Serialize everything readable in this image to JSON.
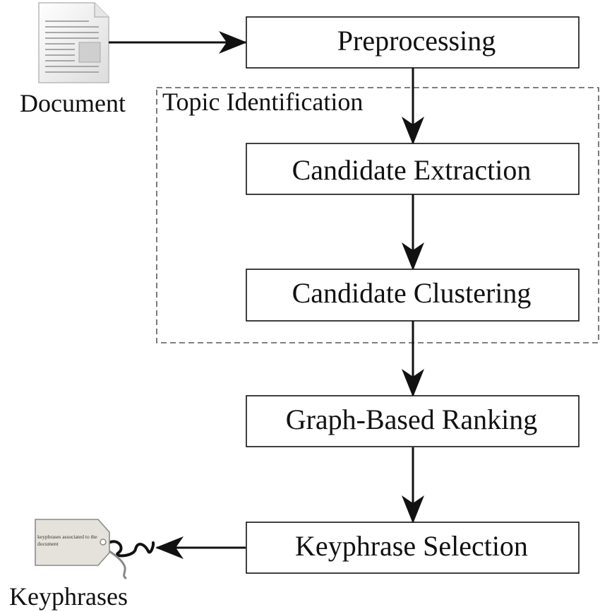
{
  "diagram": {
    "steps": {
      "preprocessing": "Preprocessing",
      "candidate_extraction": "Candidate Extraction",
      "candidate_clustering": "Candidate Clustering",
      "graph_ranking": "Graph-Based Ranking",
      "keyphrase_selection": "Keyphrase Selection"
    },
    "group_label": "Topic Identification",
    "input": {
      "label": "Document",
      "icon": "document-icon"
    },
    "output": {
      "label": "Keyphrases",
      "icon": "tag-icon",
      "tag_text_line1": "keyphrases associated to the",
      "tag_text_line2": "document"
    },
    "colors": {
      "stroke": "#111111",
      "box_fill": "#ffffff",
      "tag_fill": "#e4e2da",
      "doc_fill": "#f4f4f4"
    }
  }
}
